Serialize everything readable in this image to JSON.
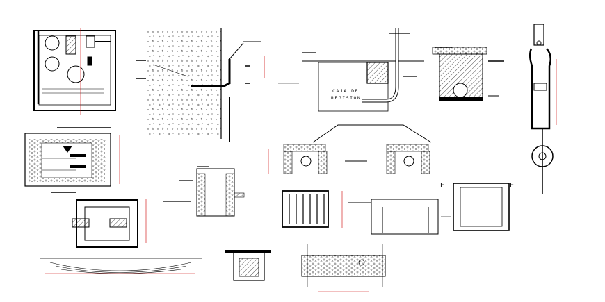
{
  "drawing_sheet": {
    "detail_labels": {
      "inspection_box_line1": "CAJA DE",
      "inspection_box_line2": "REGISION"
    },
    "annotation_markers": [
      "E",
      "E"
    ],
    "colors": {
      "background": "#ffffff",
      "linework": "#000000",
      "dimensions": "#cc0000",
      "hatch": "#222222"
    },
    "view": "CAD detail sheet – plumbing / drainage construction details",
    "icons": [
      "pipe-icon",
      "manhole-icon",
      "pipe-bracket-icon"
    ]
  }
}
